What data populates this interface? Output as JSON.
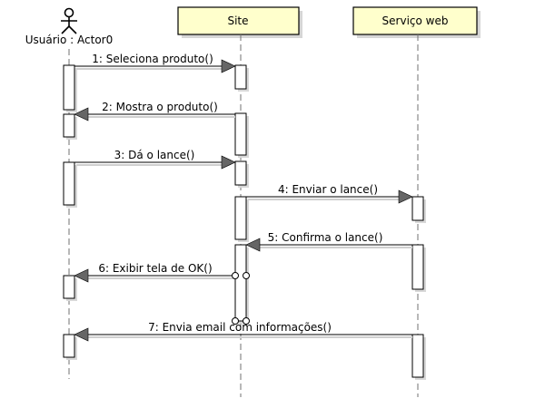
{
  "actor": {
    "label": "Usuário : Actor0"
  },
  "lifelines": [
    {
      "id": "site",
      "label": "Site"
    },
    {
      "id": "web",
      "label": "Serviço web"
    }
  ],
  "messages": [
    {
      "label": "1: Seleciona produto()"
    },
    {
      "label": "2: Mostra o produto()"
    },
    {
      "label": "3: Dá o lance()"
    },
    {
      "label": "4: Enviar o lance()"
    },
    {
      "label": "5: Confirma o lance()"
    },
    {
      "label": "6: Exibir tela de OK()"
    },
    {
      "label": "7: Envia email com informações()"
    }
  ]
}
